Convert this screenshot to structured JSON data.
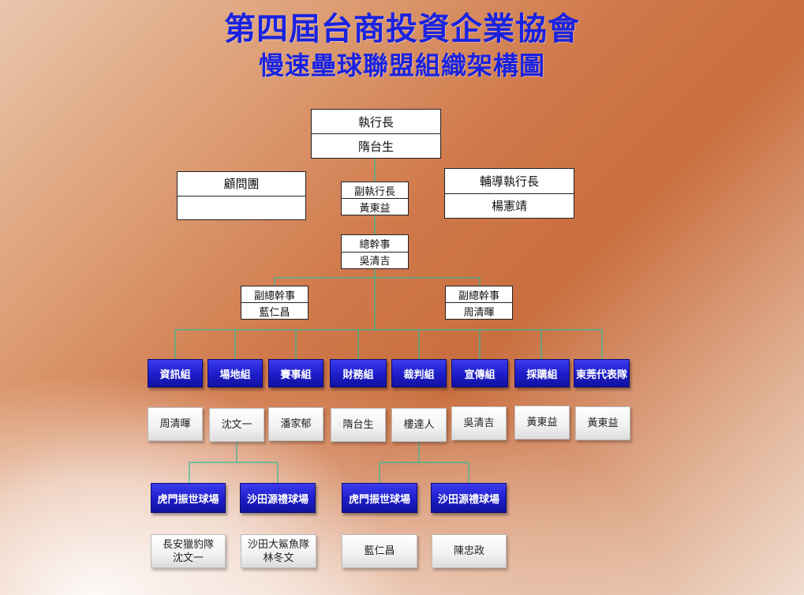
{
  "title": {
    "line1": "第四屆台商投資企業協會",
    "line2": "慢速壘球聯盟組織架構圖"
  },
  "colors": {
    "title": "#1a22e0",
    "connector": "#33bb99",
    "dept_fill": "#1d1dc8"
  },
  "ceo": {
    "role": "執行長",
    "name": "隋台生"
  },
  "advisors": {
    "role": "顧問團",
    "name": ""
  },
  "vice_ceo": {
    "role": "副執行長",
    "name": "黃東益"
  },
  "mentor_ceo": {
    "role": "輔導執行長",
    "name": "楊憲靖"
  },
  "secretary_general": {
    "role": "總幹事",
    "name": "吳清吉"
  },
  "deputy_left": {
    "role": "副總幹事",
    "name": "藍仁昌"
  },
  "deputy_right": {
    "role": "副總幹事",
    "name": "周清暉"
  },
  "departments": [
    {
      "label": "資訊組",
      "lead": "周清暉"
    },
    {
      "label": "場地組",
      "lead": "沈文一"
    },
    {
      "label": "賽事組",
      "lead": "潘家郁"
    },
    {
      "label": "財務組",
      "lead": "隋台生"
    },
    {
      "label": "裁判組",
      "lead": "樓達人"
    },
    {
      "label": "宣傳組",
      "lead": "吳清吉"
    },
    {
      "label": "採購組",
      "lead": "黃東益"
    },
    {
      "label": "東莞代表隊",
      "lead": "黃東益"
    }
  ],
  "venue_fields": [
    {
      "label": "虎門振世球場",
      "lines": [
        "長安獵豹隊",
        "沈文一"
      ]
    },
    {
      "label": "沙田源禮球場",
      "lines": [
        "沙田大鯊魚隊",
        "林冬文"
      ]
    }
  ],
  "referee_fields": [
    {
      "label": "虎門振世球場",
      "lines": [
        "藍仁昌"
      ]
    },
    {
      "label": "沙田源禮球場",
      "lines": [
        "陳忠政"
      ]
    }
  ]
}
